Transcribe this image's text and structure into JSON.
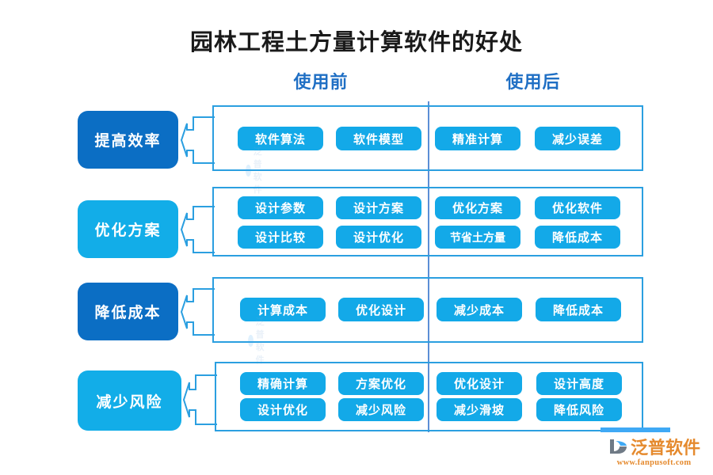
{
  "title": "园林工程土方量计算软件的好处",
  "columns": {
    "before": "使用前",
    "after": "使用后"
  },
  "colors": {
    "title_text": "#1a1a1a",
    "header_text": "#1f6fc4",
    "label_dark": "#0b6ec4",
    "label_light": "#12ade8",
    "pill_fill": "#13a9e8",
    "group_border": "#2b9fe0",
    "divider": "#5b8ed6",
    "logo_orange": "#e58a2e"
  },
  "rows": [
    {
      "label": "提高效率",
      "style": "dark",
      "before": [
        "软件算法",
        "软件模型"
      ],
      "after": [
        "精准计算",
        "减少误差"
      ]
    },
    {
      "label": "优化方案",
      "style": "light",
      "before": [
        "设计参数",
        "设计方案",
        "设计比较",
        "设计优化"
      ],
      "after": [
        "优化方案",
        "优化软件",
        "节省土方量",
        "降低成本"
      ]
    },
    {
      "label": "降低成本",
      "style": "dark",
      "before": [
        "计算成本",
        "优化设计"
      ],
      "after": [
        "减少成本",
        "降低成本"
      ]
    },
    {
      "label": "减少风险",
      "style": "light",
      "before": [
        "精确计算",
        "方案优化",
        "设计优化",
        "减少风险"
      ],
      "after": [
        "优化设计",
        "设计高度",
        "减少滑坡",
        "降低风险"
      ]
    }
  ],
  "logo": {
    "name": "泛普软件",
    "url": "www.fanpusoft.com"
  },
  "watermark": {
    "text": "泛普软件"
  }
}
